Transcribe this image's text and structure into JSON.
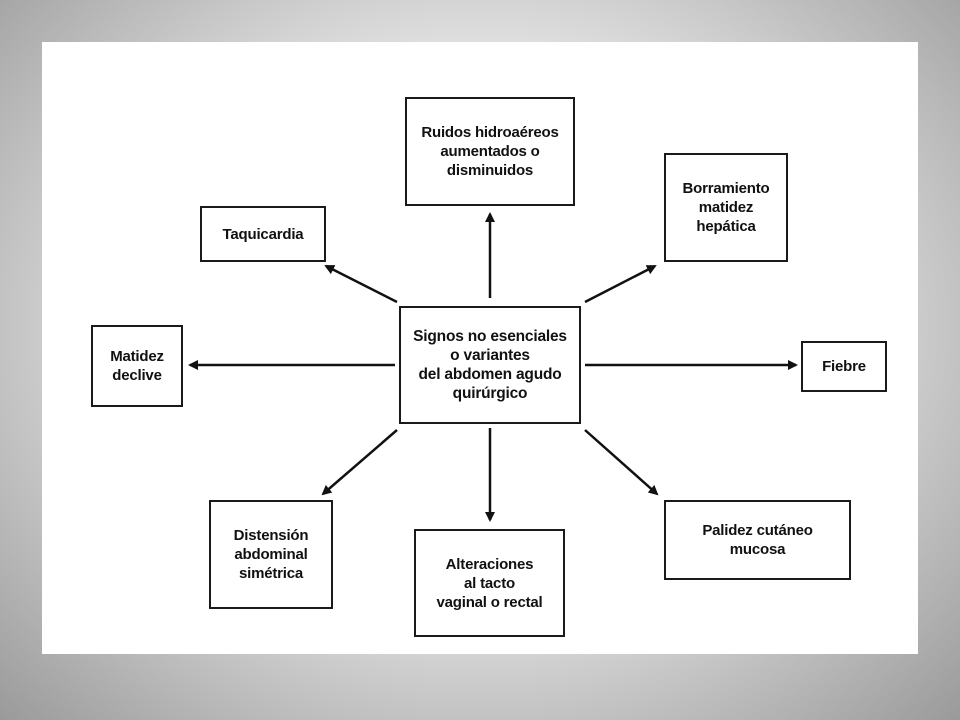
{
  "diagram": {
    "center": "Signos no esenciales\no variantes\ndel abdomen agudo\nquirúrgico",
    "nodes": {
      "ruidos": "Ruidos hidroaéreos\naumentados o\ndisminuidos",
      "borramiento": "Borramiento\nmatidez\nhepática",
      "taquicardia": "Taquicardia",
      "matidez": "Matidez\ndeclive",
      "fiebre": "Fiebre",
      "distension": "Distensión\nabdominal\nsimétrica",
      "alteraciones": "Alteraciones\nal tacto\nvaginal o rectal",
      "palidez": "Palidez cutáneo\nmucosa"
    }
  }
}
